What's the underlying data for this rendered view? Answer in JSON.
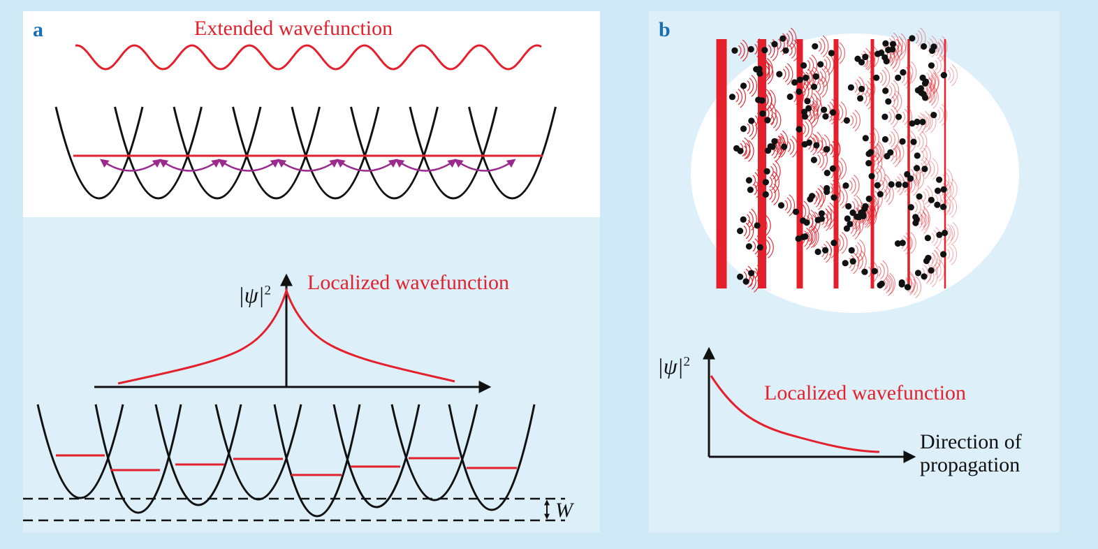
{
  "panel_a": {
    "letter": "a",
    "top_title": "Extended wavefunction",
    "bottom_title": "Localized wavefunction",
    "y_axis_label": "|ψ|",
    "y_axis_exponent": "2",
    "disorder_label": "W",
    "wells_top_count": 8,
    "wells_bottom_count": 8
  },
  "panel_b": {
    "letter": "b",
    "title": "Localized wavefunction",
    "y_axis_label": "|ψ|",
    "y_axis_exponent": "2",
    "x_axis_label_line1": "Direction of",
    "x_axis_label_line2": "propagation",
    "wavefront_count": 7,
    "scatterer_count": 190
  },
  "colors": {
    "wave_red": "#e3202b",
    "hop_arrow_purple": "#9a2a8c",
    "well_black": "#111111",
    "letter_blue": "#1a6fb3",
    "panel_bg": "#ddf0fa",
    "page_bg": "#cfe9f6"
  }
}
